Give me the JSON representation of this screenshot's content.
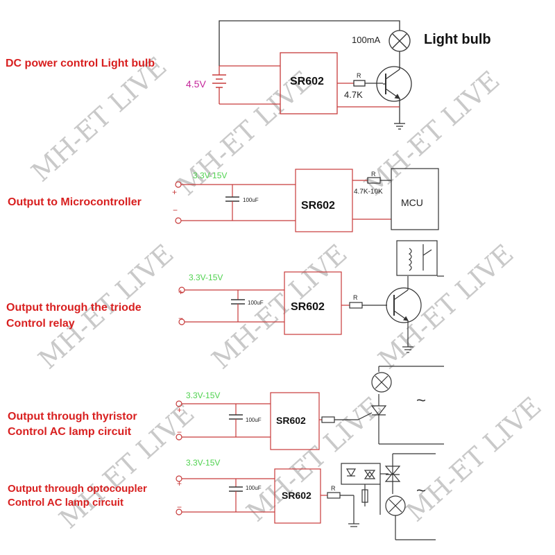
{
  "labels": {
    "dc_power": "DC power control Light bulb",
    "microcontroller": "Output to Microcontroller",
    "triode_line1": "Output through the triode",
    "triode_line2": "Control relay",
    "thyristor_line1": "Output through thyristor",
    "thyristor_line2": "Control AC lamp circuit",
    "opto_line1": "Output through optocoupler",
    "opto_line2": "Control AC lamp circuit"
  },
  "components": {
    "module": "SR602",
    "mcu": "MCU",
    "lamp_current": "100mA",
    "lamp_name": "Light bulb",
    "battery_voltage": "4.5V",
    "supply_range": "3.3V-15V",
    "resistor_symbol": "R",
    "resistor_value_1": "4.7K",
    "resistor_value_2": "4.7K-10K",
    "capacitor": "100uF",
    "plus": "+",
    "minus": "−",
    "ac_symbol": "~"
  },
  "watermark": "MH-ET LIVE",
  "colors": {
    "label": "#d81f1f",
    "wire_red": "#c73a3a",
    "wire_dark": "#333333",
    "voltage_green": "#4fd24f",
    "voltage_magenta": "#c4269a",
    "watermark": "#c9c9c9"
  }
}
